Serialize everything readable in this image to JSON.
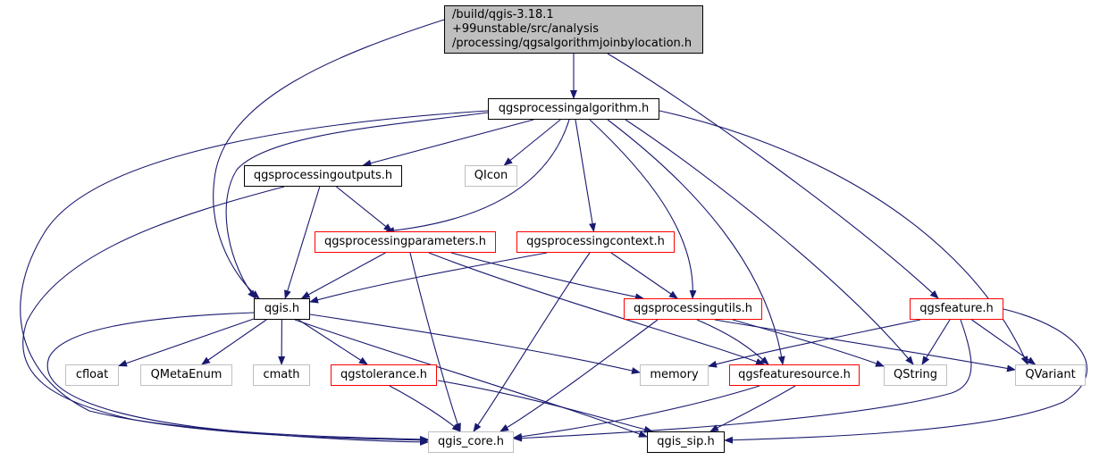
{
  "diagram": {
    "type": "include-dependency-graph",
    "colors": {
      "edge": "#191970",
      "root_fill": "#bfbfbf",
      "documented_border": "#000000",
      "linked_border": "#ff0000",
      "external_border": "#bfbfbf"
    },
    "nodes": [
      {
        "id": "root",
        "label": "/build/qgis-3.18.1\n+99unstable/src/analysis\n/processing/qgsalgorithmjoinbylocation.h",
        "kind": "root"
      },
      {
        "id": "algorithm",
        "label": "qgsprocessingalgorithm.h",
        "kind": "doc"
      },
      {
        "id": "outputs",
        "label": "qgsprocessingoutputs.h",
        "kind": "doc"
      },
      {
        "id": "qicon",
        "label": "QIcon",
        "kind": "external"
      },
      {
        "id": "parameters",
        "label": "qgsprocessingparameters.h",
        "kind": "linked"
      },
      {
        "id": "context",
        "label": "qgsprocessingcontext.h",
        "kind": "linked"
      },
      {
        "id": "qgis",
        "label": "qgis.h",
        "kind": "doc"
      },
      {
        "id": "utils",
        "label": "qgsprocessingutils.h",
        "kind": "linked"
      },
      {
        "id": "feature",
        "label": "qgsfeature.h",
        "kind": "linked"
      },
      {
        "id": "cfloat",
        "label": "cfloat",
        "kind": "external"
      },
      {
        "id": "qmetaenum",
        "label": "QMetaEnum",
        "kind": "external"
      },
      {
        "id": "cmath",
        "label": "cmath",
        "kind": "external"
      },
      {
        "id": "tolerance",
        "label": "qgstolerance.h",
        "kind": "linked"
      },
      {
        "id": "memory",
        "label": "memory",
        "kind": "external"
      },
      {
        "id": "featuresource",
        "label": "qgsfeaturesource.h",
        "kind": "linked"
      },
      {
        "id": "qstring",
        "label": "QString",
        "kind": "external"
      },
      {
        "id": "qvariant",
        "label": "QVariant",
        "kind": "external"
      },
      {
        "id": "qgis_core",
        "label": "qgis_core.h",
        "kind": "external"
      },
      {
        "id": "qgis_sip",
        "label": "qgis_sip.h",
        "kind": "doc"
      }
    ],
    "edges": [
      {
        "from": "root",
        "to": "algorithm"
      },
      {
        "from": "root",
        "to": "qgis"
      },
      {
        "from": "root",
        "to": "feature"
      },
      {
        "from": "algorithm",
        "to": "outputs"
      },
      {
        "from": "algorithm",
        "to": "qicon"
      },
      {
        "from": "algorithm",
        "to": "parameters"
      },
      {
        "from": "algorithm",
        "to": "context"
      },
      {
        "from": "algorithm",
        "to": "qgis"
      },
      {
        "from": "algorithm",
        "to": "utils"
      },
      {
        "from": "algorithm",
        "to": "featuresource"
      },
      {
        "from": "algorithm",
        "to": "qstring"
      },
      {
        "from": "algorithm",
        "to": "qvariant"
      },
      {
        "from": "algorithm",
        "to": "qgis_core"
      },
      {
        "from": "outputs",
        "to": "parameters"
      },
      {
        "from": "outputs",
        "to": "qgis"
      },
      {
        "from": "outputs",
        "to": "qgis_core"
      },
      {
        "from": "parameters",
        "to": "qgis"
      },
      {
        "from": "parameters",
        "to": "utils"
      },
      {
        "from": "parameters",
        "to": "featuresource"
      },
      {
        "from": "parameters",
        "to": "qgis_core"
      },
      {
        "from": "context",
        "to": "qgis"
      },
      {
        "from": "context",
        "to": "utils"
      },
      {
        "from": "context",
        "to": "qgis_core"
      },
      {
        "from": "qgis",
        "to": "cfloat"
      },
      {
        "from": "qgis",
        "to": "qmetaenum"
      },
      {
        "from": "qgis",
        "to": "cmath"
      },
      {
        "from": "qgis",
        "to": "tolerance"
      },
      {
        "from": "qgis",
        "to": "memory"
      },
      {
        "from": "qgis",
        "to": "qgis_core"
      },
      {
        "from": "qgis",
        "to": "qgis_sip"
      },
      {
        "from": "utils",
        "to": "featuresource"
      },
      {
        "from": "utils",
        "to": "qstring"
      },
      {
        "from": "utils",
        "to": "qvariant"
      },
      {
        "from": "utils",
        "to": "qgis_core"
      },
      {
        "from": "feature",
        "to": "memory"
      },
      {
        "from": "feature",
        "to": "qstring"
      },
      {
        "from": "feature",
        "to": "qvariant"
      },
      {
        "from": "feature",
        "to": "qgis_core"
      },
      {
        "from": "feature",
        "to": "qgis_sip"
      },
      {
        "from": "tolerance",
        "to": "qgis_core"
      },
      {
        "from": "tolerance",
        "to": "qgis_sip"
      },
      {
        "from": "featuresource",
        "to": "qgis_core"
      },
      {
        "from": "featuresource",
        "to": "qgis_sip"
      }
    ]
  }
}
